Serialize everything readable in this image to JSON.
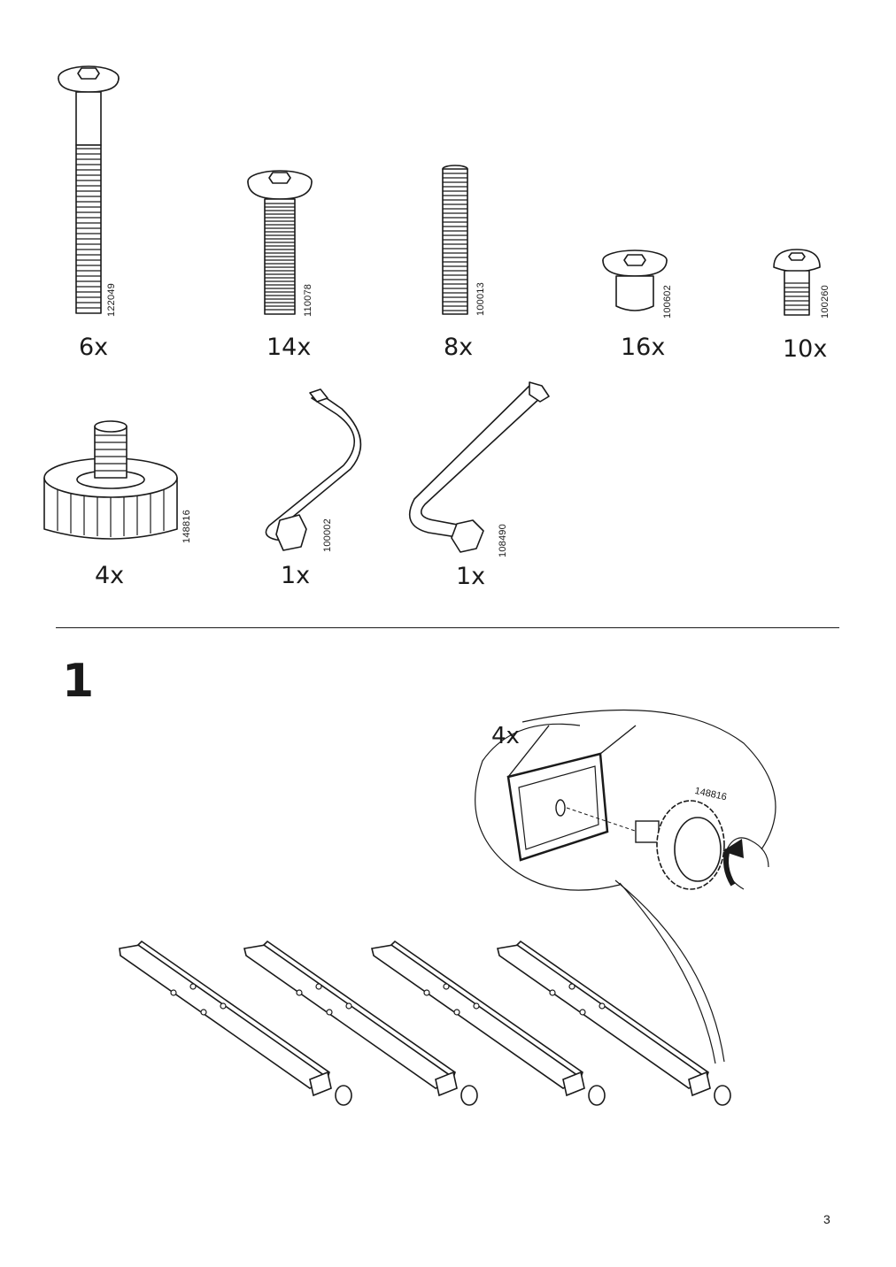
{
  "parts_row_1": [
    {
      "code": "122049",
      "quantity": "6x",
      "icon": "long-bolt-icon"
    },
    {
      "code": "110078",
      "quantity": "14x",
      "icon": "medium-bolt-icon"
    },
    {
      "code": "100013",
      "quantity": "8x",
      "icon": "threaded-rod-icon"
    },
    {
      "code": "100602",
      "quantity": "16x",
      "icon": "short-bolt-icon"
    },
    {
      "code": "100260",
      "quantity": "10x",
      "icon": "small-screw-icon"
    }
  ],
  "parts_row_2": [
    {
      "code": "148816",
      "quantity": "4x",
      "icon": "adjustable-foot-icon"
    },
    {
      "code": "100002",
      "quantity": "1x",
      "icon": "small-allen-key-icon"
    },
    {
      "code": "108490",
      "quantity": "1x",
      "icon": "large-allen-key-icon"
    }
  ],
  "step": {
    "number": "1",
    "callout_quantity": "4x",
    "callout_code": "148816"
  },
  "page_number": "3"
}
